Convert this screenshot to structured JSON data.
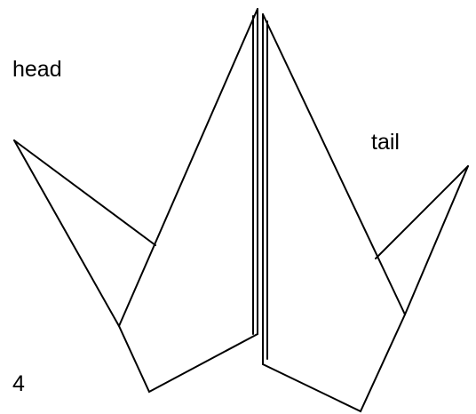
{
  "labels": {
    "head": "head",
    "tail": "tail",
    "step": "4"
  },
  "colors": {
    "stroke": "#000000",
    "background": "#ffffff"
  }
}
